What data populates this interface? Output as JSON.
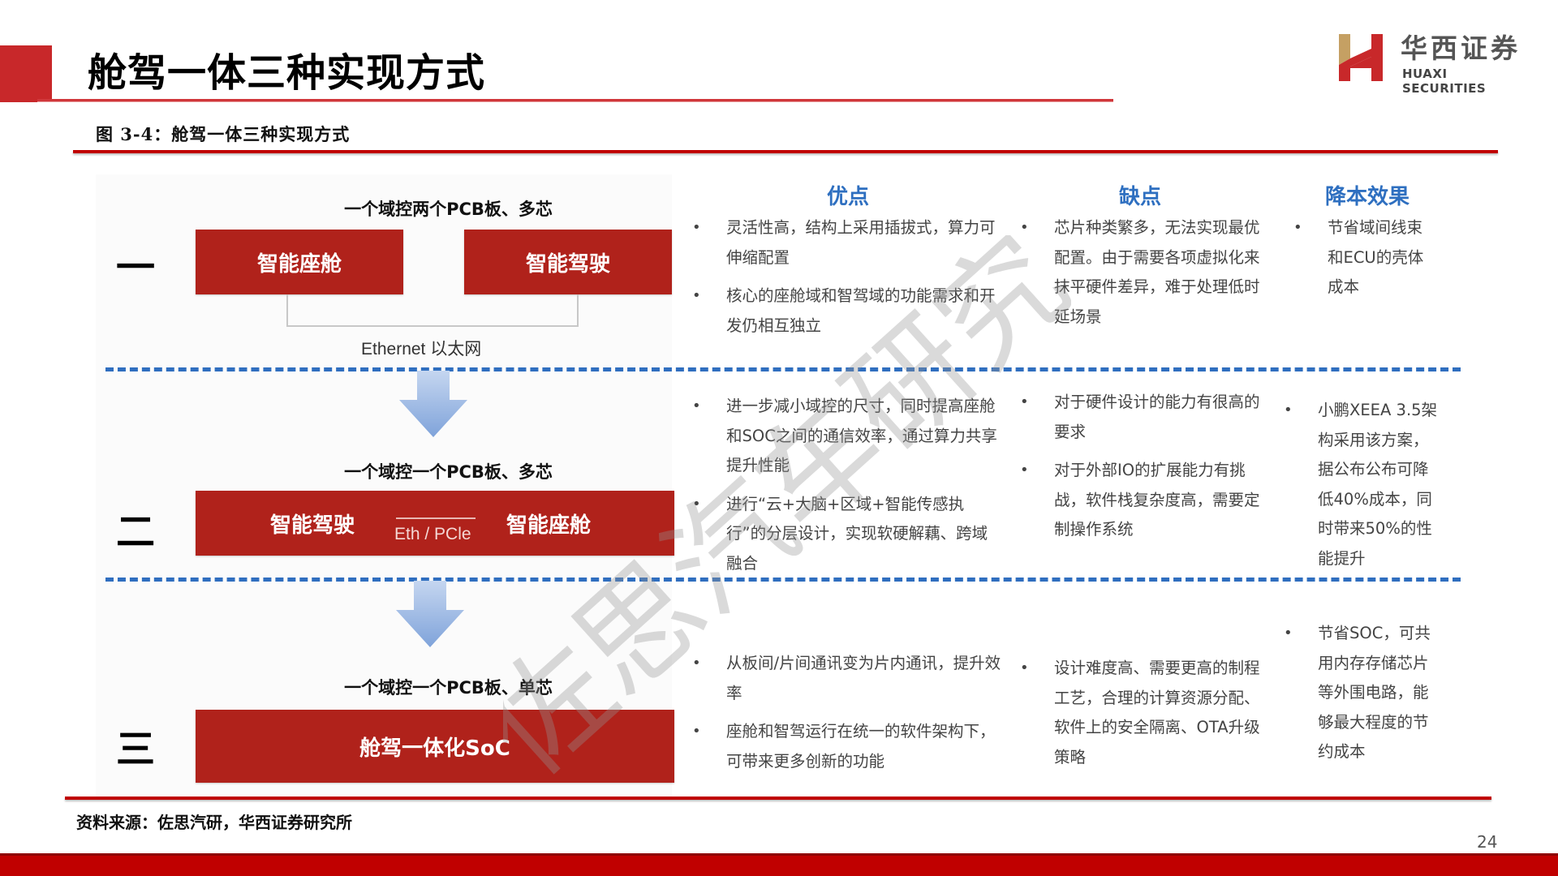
{
  "header": {
    "title": "舱驾一体三种实现方式",
    "logo": {
      "name_cn": "华西证券",
      "name_en": "HUAXI SECURITIES",
      "icon": "huaxi-h-logo"
    }
  },
  "figure": {
    "title": "图 3-4：舱驾一体三种实现方式"
  },
  "columns": {
    "pros": "优点",
    "cons": "缺点",
    "cost": "降本效果"
  },
  "sections": [
    {
      "index": "一",
      "label": "一个域控两个PCB板、多芯",
      "boxes": [
        "智能座舱",
        "智能驾驶"
      ],
      "connector_label": "Ethernet 以太网",
      "pros": [
        "灵活性高，结构上采用插拔式，算力可伸缩配置",
        "核心的座舱域和智驾域的功能需求和开发仍相互独立"
      ],
      "cons": [
        "芯片种类繁多，无法实现最优配置。由于需要各项虚拟化来抹平硬件差异，难于处理低时延场景"
      ],
      "cost": [
        "节省域间线束和ECU的壳体成本"
      ]
    },
    {
      "index": "二",
      "label": "一个域控一个PCB板、多芯",
      "boxes": [
        "智能驾驶",
        "智能座舱"
      ],
      "connector_label": "Eth / PCle",
      "pros": [
        "进一步减小域控的尺寸，同时提高座舱和SOC之间的通信效率，通过算力共享提升性能",
        "进行“云+大脑+区域+智能传感执行”的分层设计，实现软硬解藕、跨域融合"
      ],
      "cons": [
        "对于硬件设计的能力有很高的要求",
        "对于外部IO的扩展能力有挑战，软件栈复杂度高，需要定制操作系统"
      ],
      "cost": [
        "小鹏XEEA 3.5架构采用该方案，据公布公布可降低40%成本，同时带来50%的性能提升"
      ]
    },
    {
      "index": "三",
      "label": "一个域控一个PCB板、单芯",
      "boxes": [
        "舱驾一体化SoC"
      ],
      "pros": [
        "从板间/片间通讯变为片内通讯，提升效率",
        "座舱和智驾运行在统一的软件架构下，可带来更多创新的功能"
      ],
      "cons": [
        "设计难度高、需要更高的制程工艺，合理的计算资源分配、软件上的安全隔离、OTA升级策略"
      ],
      "cost": [
        "节省SOC，可共用内存存储芯片等外围电路，能够最大程度的节约成本"
      ]
    }
  ],
  "bullet_char": "•",
  "watermark": "佐思汽车研究",
  "footer": {
    "source": "资料来源：佐思汽研，华西证券研究所",
    "page_number": "24"
  },
  "colors": {
    "brand_red": "#c00000",
    "box_red": "#b0221b",
    "heading_blue": "#2e6fc0",
    "dash_blue": "#2f6ebf",
    "arrow_blue": "#8fb0e0"
  }
}
